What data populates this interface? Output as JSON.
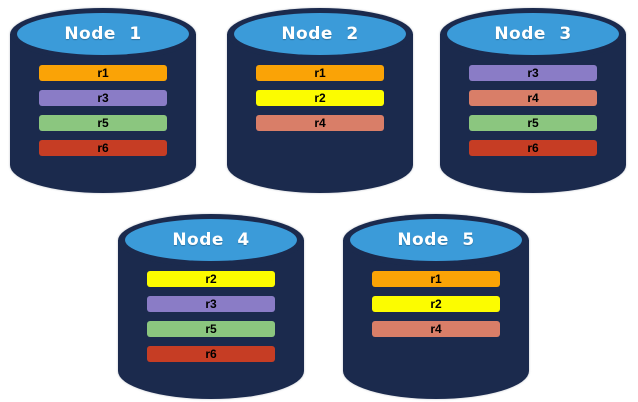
{
  "diagram": {
    "description": "Five database nodes showing replicated data rows",
    "colors": {
      "cylinder_body": "#1B2A4D",
      "cylinder_top": "#3B9BD9",
      "title_text": "#FFFFFF",
      "row_text": "#000000",
      "background": "#FFFFFF"
    },
    "row_colors": {
      "r1": "#FAA306",
      "r2": "#FCFC00",
      "r3": "#8A7CC6",
      "r4": "#D97E68",
      "r5": "#8BC67F",
      "r6": "#C63D24"
    },
    "nodes": [
      {
        "label": "Node 1",
        "rows": [
          "r1",
          "r3",
          "r5",
          "r6"
        ]
      },
      {
        "label": "Node 2",
        "rows": [
          "r1",
          "r2",
          "r4"
        ]
      },
      {
        "label": "Node 3",
        "rows": [
          "r3",
          "r4",
          "r5",
          "r6"
        ]
      },
      {
        "label": "Node 4",
        "rows": [
          "r2",
          "r3",
          "r5",
          "r6"
        ]
      },
      {
        "label": "Node 5",
        "rows": [
          "r1",
          "r2",
          "r4"
        ]
      }
    ]
  }
}
